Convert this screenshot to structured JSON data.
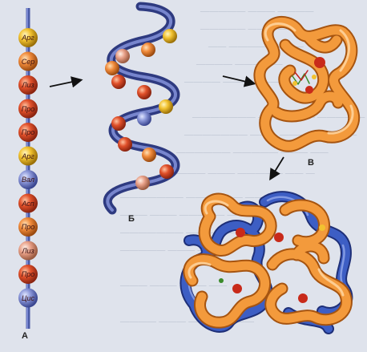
{
  "amino_acids": [
    "Арг",
    "Сер",
    "Лиз",
    "Про",
    "Про",
    "Арг",
    "Вал",
    "Асп",
    "Про",
    "Лиз",
    "Про",
    "Цис"
  ],
  "panel_labels": {
    "a": "А",
    "b": "Б",
    "v": "В"
  },
  "colors": {
    "background": "#dfe3ec",
    "bead_red": "#e0502a",
    "bead_orange": "#f08a3a",
    "bead_yellow": "#f2c230",
    "bead_blue": "#6a79c8",
    "helix_blue": "#4a5aa6",
    "orange_chain": "#f39a3c",
    "blue_chain": "#2f4fb0"
  }
}
